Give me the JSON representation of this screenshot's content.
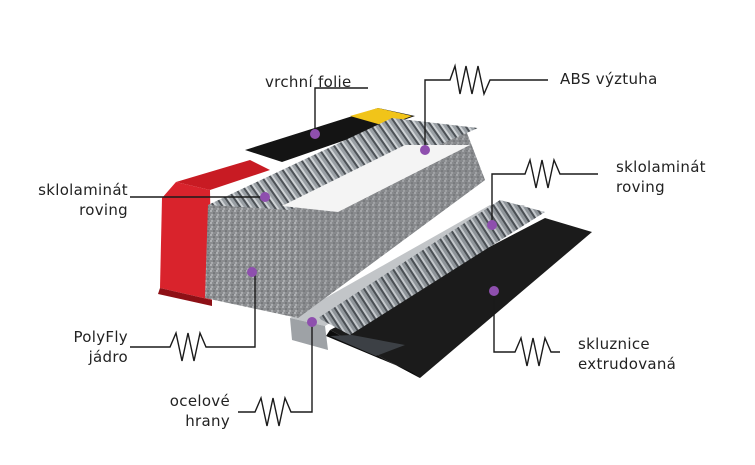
{
  "labels": {
    "top_foil": [
      "vrchní folie"
    ],
    "abs": [
      "ABS výztuha"
    ],
    "glass_left": [
      "sklolaminát",
      "roving"
    ],
    "glass_right": [
      "sklolaminát",
      "roving"
    ],
    "core": [
      "PolyFly",
      "jádro"
    ],
    "base": [
      "skluznice",
      "extrudovaná"
    ],
    "edges": [
      "ocelové",
      "hrany"
    ]
  },
  "colors": {
    "marker": "#8e4fae",
    "base": "#1a1a1a",
    "steel": "#b9bcbf",
    "core": "#8a8c8e",
    "roving": "#6f7479",
    "top_red": "#d8202a",
    "abs_white": "#f4f4f4"
  }
}
